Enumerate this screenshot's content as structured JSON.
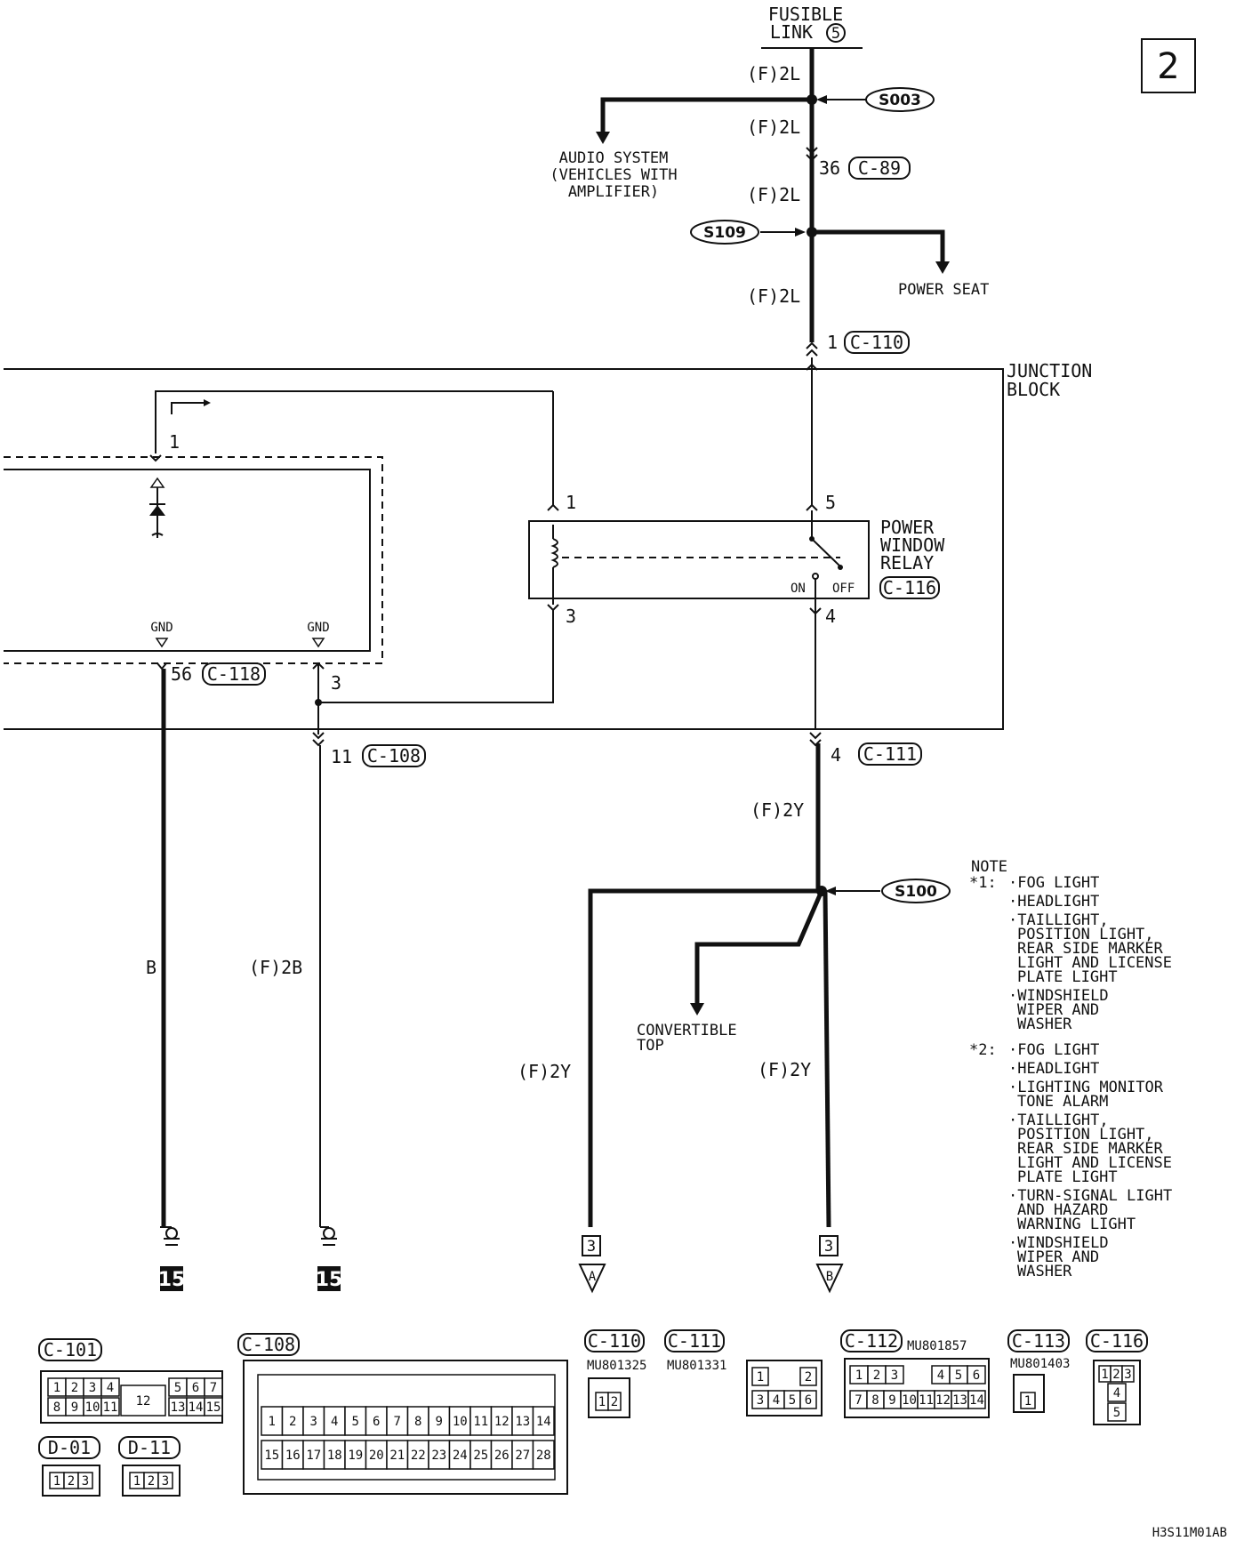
{
  "page_number": "2",
  "diagram_id": "H3S11M01AB",
  "fusible_link": {
    "line1": "FUSIBLE",
    "line2": "LINK",
    "number": "5"
  },
  "wires": {
    "f2l": "(F)2L",
    "f2y": "(F)2Y",
    "b": "B",
    "f2b": "(F)2B"
  },
  "splices": {
    "s003": "S003",
    "s109": "S109",
    "s100": "S100"
  },
  "branches": {
    "audio": [
      "AUDIO SYSTEM",
      "(VEHICLES WITH",
      "AMPLIFIER)"
    ],
    "power_seat": "POWER SEAT",
    "convertible": [
      "CONVERTIBLE",
      "TOP"
    ]
  },
  "connectors": {
    "c89": {
      "pin": "36",
      "id": "C-89"
    },
    "c110": {
      "pin": "1",
      "id": "C-110"
    },
    "c111": {
      "pin": "4",
      "id": "C-111"
    },
    "c118": {
      "pin": "56",
      "id": "C-118"
    },
    "c108": {
      "pin": "11",
      "id": "C-108"
    },
    "c116": "C-116"
  },
  "junction_block": [
    "JUNCTION",
    "BLOCK"
  ],
  "relay": {
    "name": [
      "POWER",
      "WINDOW",
      "RELAY"
    ],
    "on": "ON",
    "off": "OFF",
    "pins": {
      "p1": "1",
      "p3": "3",
      "p5": "5",
      "p4": "4"
    }
  },
  "left_unit": {
    "pin1": "1",
    "pin3": "3",
    "gnd": "GND"
  },
  "grounds": {
    "g1": "15",
    "g2": "15"
  },
  "offpage": {
    "a_num": "3",
    "a_letter": "A",
    "b_num": "3",
    "b_letter": "B"
  },
  "note": {
    "title": "NOTE",
    "n1_key": "*1:",
    "n1_items": [
      [
        "·FOG LIGHT"
      ],
      [
        "·HEADLIGHT"
      ],
      [
        "·TAILLIGHT,",
        "POSITION LIGHT,",
        "REAR SIDE MARKER",
        "LIGHT AND LICENSE",
        "PLATE LIGHT"
      ],
      [
        "·WINDSHIELD",
        "WIPER AND",
        "WASHER"
      ]
    ],
    "n2_key": "*2:",
    "n2_items": [
      [
        "·FOG LIGHT"
      ],
      [
        "·HEADLIGHT"
      ],
      [
        "·LIGHTING MONITOR",
        "TONE ALARM"
      ],
      [
        "·TAILLIGHT,",
        "POSITION LIGHT,",
        "REAR SIDE MARKER",
        "LIGHT AND LICENSE",
        "PLATE LIGHT"
      ],
      [
        "·TURN-SIGNAL LIGHT",
        "AND HAZARD",
        "WARNING LIGHT"
      ],
      [
        "·WINDSHIELD",
        "WIPER AND",
        "WASHER"
      ]
    ]
  },
  "connector_views": {
    "c101": {
      "label": "C-101",
      "row1": [
        "1",
        "2",
        "3",
        "4",
        "5",
        "6",
        "7"
      ],
      "row2": [
        "8",
        "9",
        "10",
        "11",
        "13",
        "14",
        "15"
      ],
      "center": "12"
    },
    "c108": {
      "label": "C-108",
      "row1": [
        "1",
        "2",
        "3",
        "4",
        "5",
        "6",
        "7",
        "8",
        "9",
        "10",
        "11",
        "12",
        "13",
        "14"
      ],
      "row2": [
        "15",
        "16",
        "17",
        "18",
        "19",
        "20",
        "21",
        "22",
        "23",
        "24",
        "25",
        "26",
        "27",
        "28"
      ]
    },
    "c110": {
      "label": "C-110",
      "part": "MU801325",
      "pins": [
        "1",
        "2"
      ]
    },
    "c111": {
      "label": "C-111",
      "part": "MU801331",
      "pins": [
        "1",
        "2",
        "3",
        "4",
        "5",
        "6"
      ]
    },
    "c112": {
      "label": "C-112",
      "part": "MU801857",
      "row1": [
        "1",
        "2",
        "3",
        "4",
        "5",
        "6"
      ],
      "row2": [
        "7",
        "8",
        "9",
        "10",
        "11",
        "12",
        "13",
        "14"
      ]
    },
    "c113": {
      "label": "C-113",
      "part": "MU801403",
      "pins": [
        "1"
      ]
    },
    "c116": {
      "label": "C-116",
      "pins": [
        "1",
        "2",
        "3",
        "4",
        "5"
      ]
    },
    "d01": {
      "label": "D-01",
      "pins": [
        "1",
        "2",
        "3"
      ]
    },
    "d11": {
      "label": "D-11",
      "pins": [
        "1",
        "2",
        "3"
      ]
    }
  }
}
